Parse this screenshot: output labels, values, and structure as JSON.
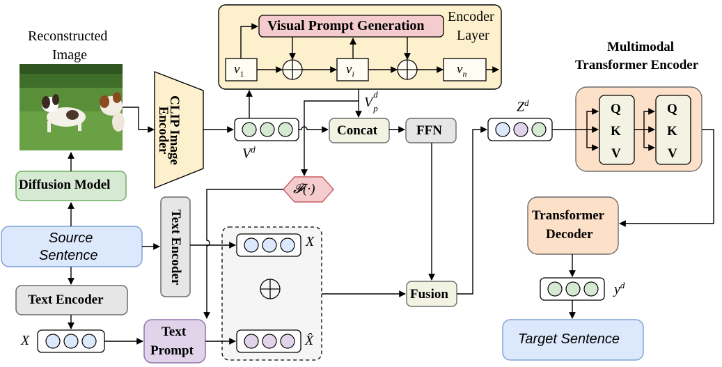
{
  "image": {
    "caption_line1": "Reconstructed",
    "caption_line2": "Image",
    "scene": "photo of two dogs playing on a grass field"
  },
  "left_column": {
    "diffusion_model": "Diffusion Model",
    "source_line1": "Source",
    "source_line2": "Sentence",
    "text_encoder_bottom": "Text Encoder",
    "x_input_label": "X"
  },
  "clip": {
    "line1": "CLIP Image",
    "line2": "Encoder"
  },
  "text_encoder_vertical": "Text Encoder",
  "encoder_layer": {
    "title_line1": "Encoder",
    "title_line2": "Layer",
    "visual_prompt_generation": "Visual Prompt Generation",
    "v1": "v",
    "v1_sub": "1",
    "vi": "v",
    "vi_sub": "i",
    "vn": "v",
    "vn_sub": "n"
  },
  "middle": {
    "vd_label": "V",
    "vd_sup": "d",
    "vpd_label": "V",
    "vpd_sub": "p",
    "vpd_sup": "d",
    "concat": "Concat",
    "ffn": "FFN",
    "f_function": "𝓕(·)",
    "fusion": "Fusion",
    "x_label": "X",
    "xhat_label": "X̂",
    "oplus": "⊕"
  },
  "text_prompt": {
    "line1": "Text",
    "line2": "Prompt"
  },
  "right": {
    "zd_label": "Z",
    "zd_sup": "d",
    "mm_title_line1": "Multimodal",
    "mm_title_line2": "Transformer Encoder",
    "q": "Q",
    "k": "K",
    "v": "V",
    "decoder_line1": "Transformer",
    "decoder_line2": "Decoder",
    "yd_label": "y",
    "yd_sup": "d",
    "target": "Target Sentence"
  },
  "colors": {
    "blue_fill": "#dce8fb",
    "blue_stroke": "#7ea2d8",
    "green_fill": "#d6ead3",
    "green_stroke": "#6eae62",
    "gray_fill": "#e6e6e6",
    "gray_stroke": "#6b6b6b",
    "yellow_fill": "#fdf0cc",
    "pink_fill": "#f5cccd",
    "pink_stroke": "#c85b60",
    "purple_fill": "#e0d3ea",
    "purple_stroke": "#8f74ab",
    "orange_fill": "#fde0c8",
    "orange_stroke": "#d88c55",
    "cream_fill": "#f3f3e4"
  }
}
